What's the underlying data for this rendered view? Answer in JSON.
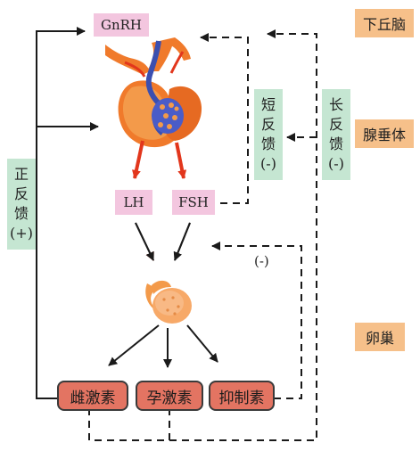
{
  "labels": {
    "gnrh": "GnRH",
    "lh": "LH",
    "fsh": "FSH"
  },
  "regions": {
    "hypothalamus": "下丘脑",
    "pituitary": "腺垂体",
    "ovary": "卵巢"
  },
  "feedback": {
    "short": [
      "短",
      "反",
      "馈",
      "(-)"
    ],
    "long": [
      "长",
      "反",
      "馈",
      "(-)"
    ],
    "positive": [
      "正",
      "反",
      "馈",
      "(+)"
    ],
    "inhibin_sign": "(-)"
  },
  "hormones": {
    "estrogen": "雌激素",
    "progesterone": "孕激素",
    "inhibin": "抑制素"
  },
  "colors": {
    "pink_label": "#f3c6df",
    "orange_label": "#f6c08a",
    "green_label": "#c5e6d2",
    "hormone_box": "#e37462",
    "red_arrow": "#e2361c"
  }
}
